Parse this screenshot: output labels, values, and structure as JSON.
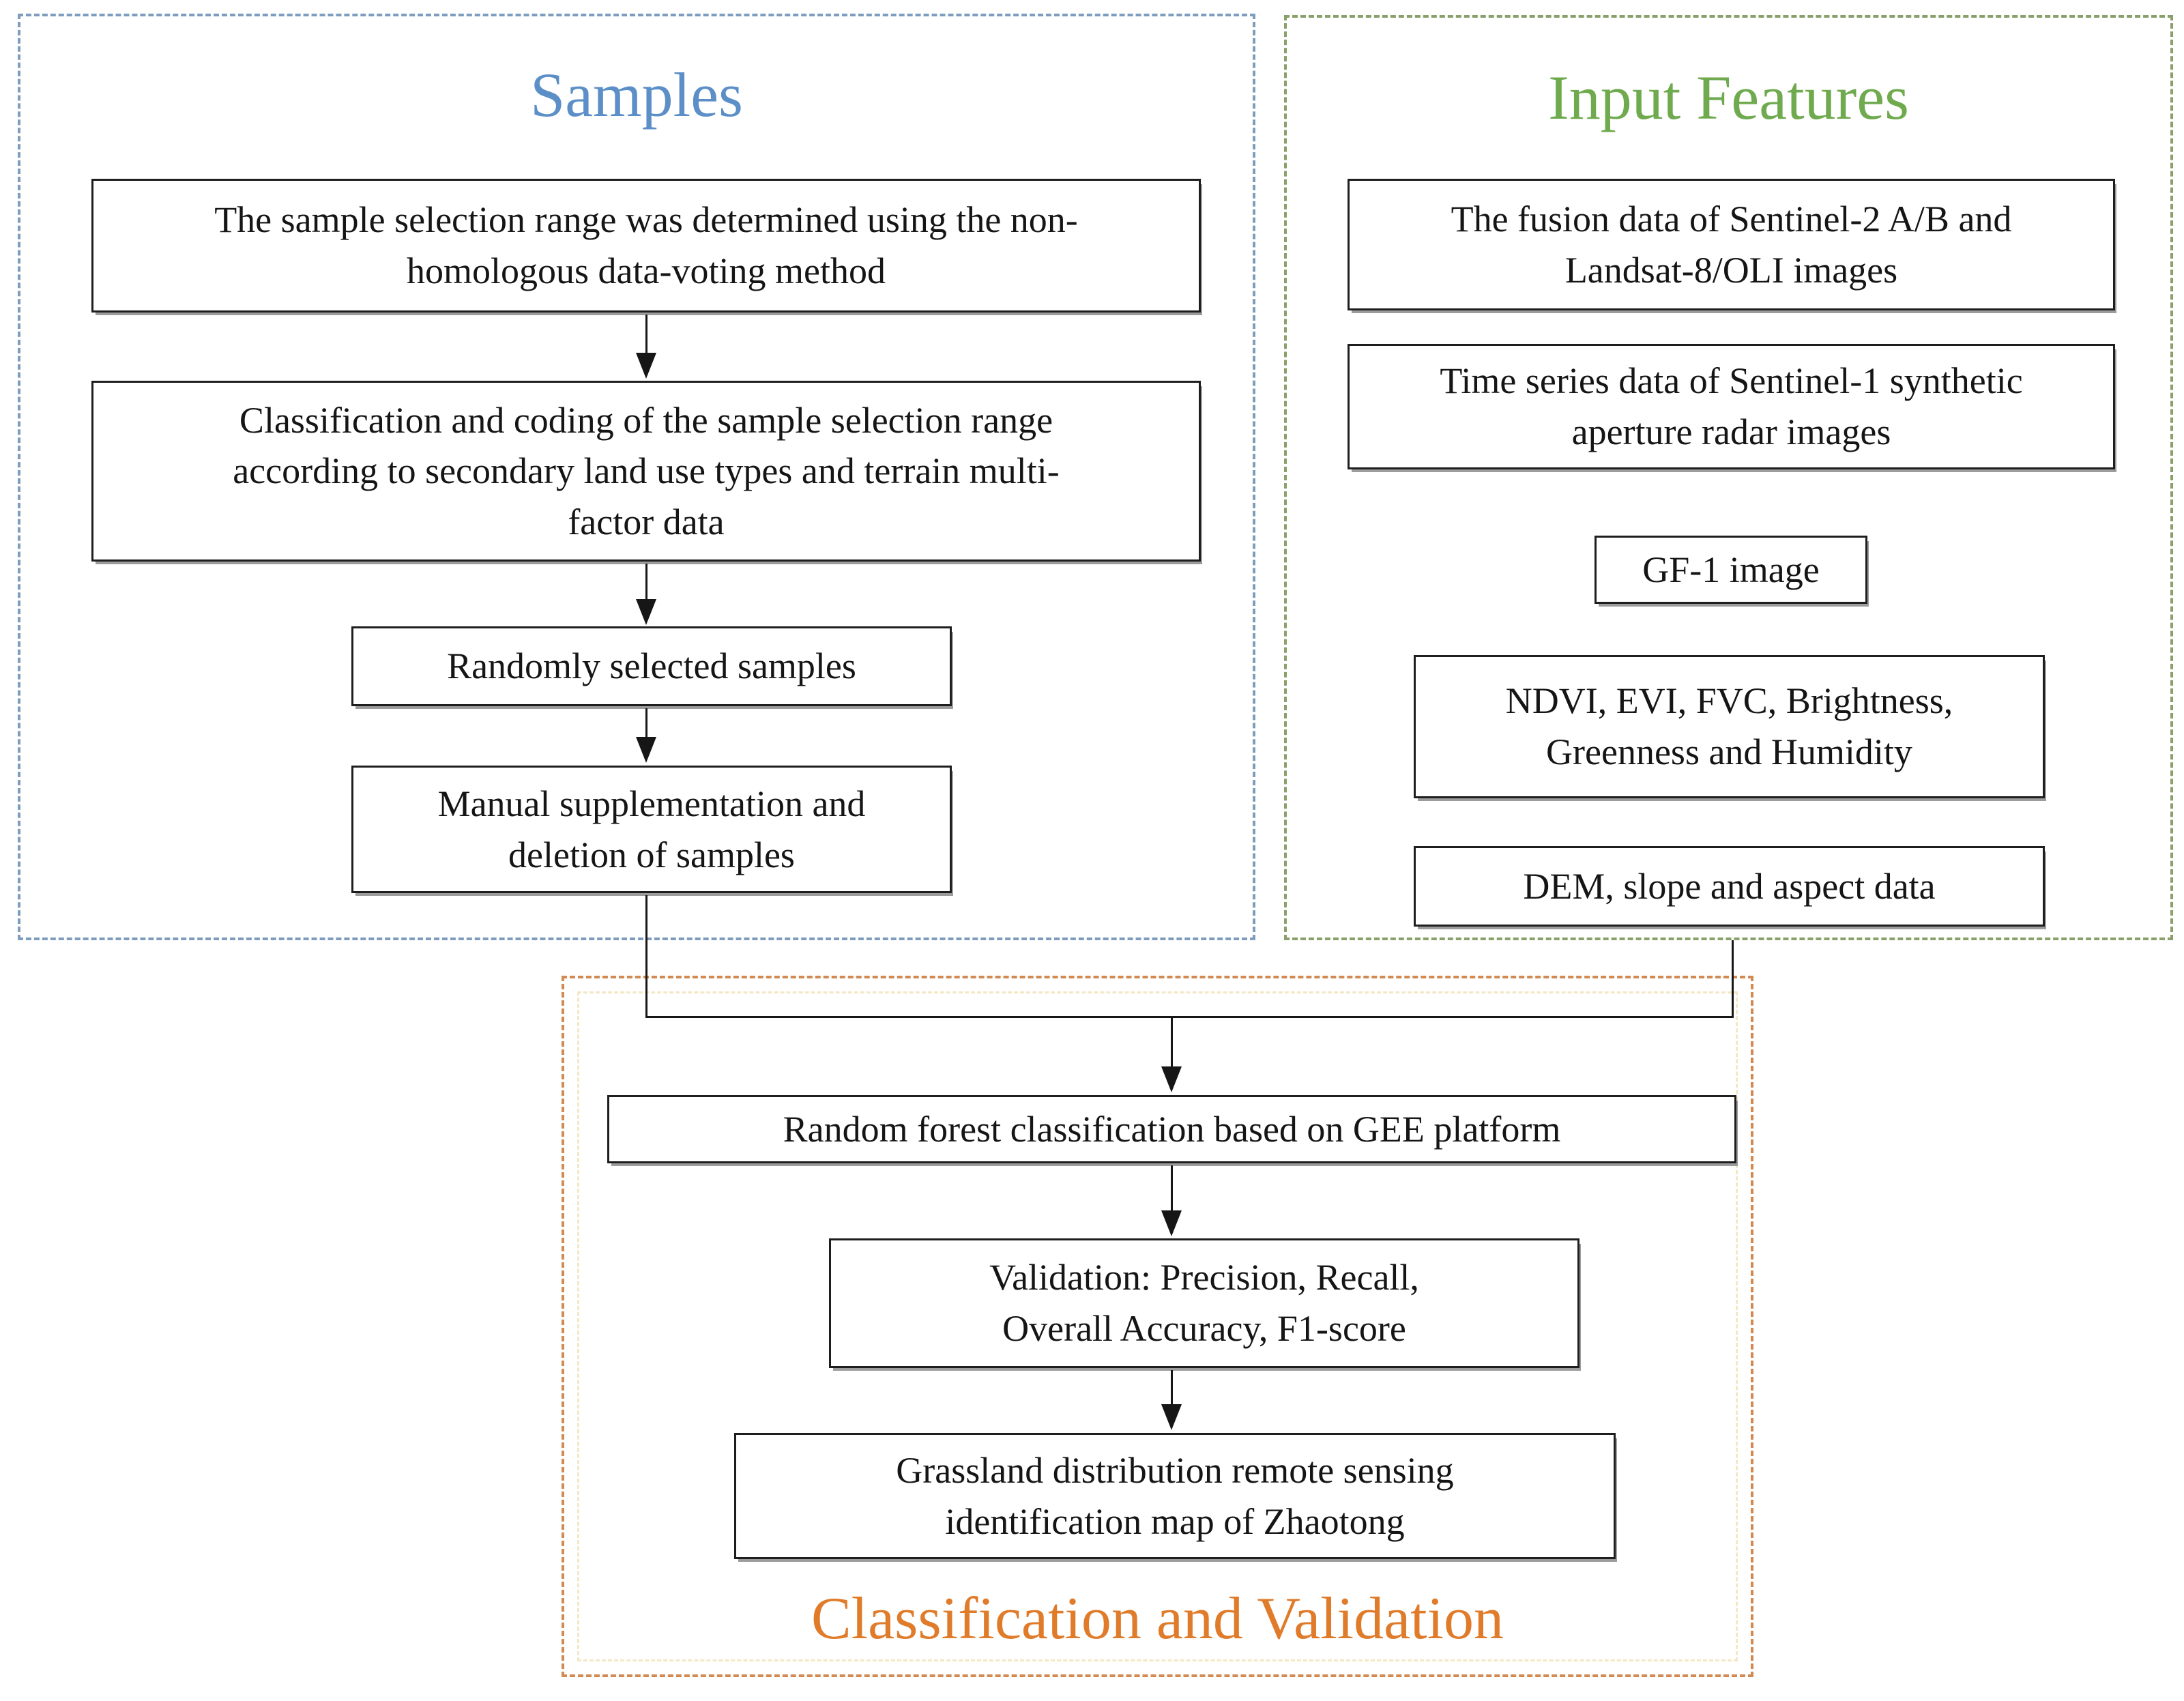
{
  "figure": {
    "type": "flowchart",
    "background": "#ffffff"
  },
  "sections": {
    "samples": {
      "title": "Samples",
      "title_color": "#5c8fc7",
      "border_color": "#7d9cbe",
      "boxes": [
        {
          "id": "sample-selection-range",
          "text": [
            "The sample selection range was determined using the non-",
            "homologous data-voting method"
          ]
        },
        {
          "id": "classification-coding",
          "text": [
            "Classification and coding of the sample selection range",
            "according to secondary land use types and terrain multi-",
            "factor data"
          ]
        },
        {
          "id": "randomly-selected",
          "text": [
            "Randomly selected samples"
          ]
        },
        {
          "id": "manual-supplementation",
          "text": [
            "Manual supplementation and",
            "deletion of samples"
          ]
        }
      ]
    },
    "input_features": {
      "title": "Input Features",
      "title_color": "#6faa4f",
      "border_color": "#8aa06a",
      "boxes": [
        {
          "id": "fusion-data",
          "text": [
            "The fusion data of Sentinel-2 A/B and",
            "Landsat-8/OLI images"
          ]
        },
        {
          "id": "time-series-sar",
          "text": [
            "Time series data of Sentinel-1 synthetic",
            "aperture radar images"
          ]
        },
        {
          "id": "gf1-image",
          "text": [
            "GF-1 image"
          ]
        },
        {
          "id": "spectral-indices",
          "text": [
            "NDVI, EVI, FVC, Brightness,",
            "Greenness and Humidity"
          ]
        },
        {
          "id": "terrain-data",
          "text": [
            "DEM, slope and aspect data"
          ]
        }
      ]
    },
    "classification_validation": {
      "title": "Classification and Validation",
      "title_color": "#e07b2a",
      "border_color": "#d28a52",
      "boxes": [
        {
          "id": "random-forest",
          "text": [
            "Random forest classification based on GEE platform"
          ]
        },
        {
          "id": "validation-metrics",
          "text": [
            "Validation: Precision, Recall,",
            "Overall Accuracy, F1-score"
          ]
        },
        {
          "id": "grassland-map",
          "text": [
            "Grassland distribution remote sensing",
            "identification map of Zhaotong"
          ]
        }
      ]
    }
  }
}
